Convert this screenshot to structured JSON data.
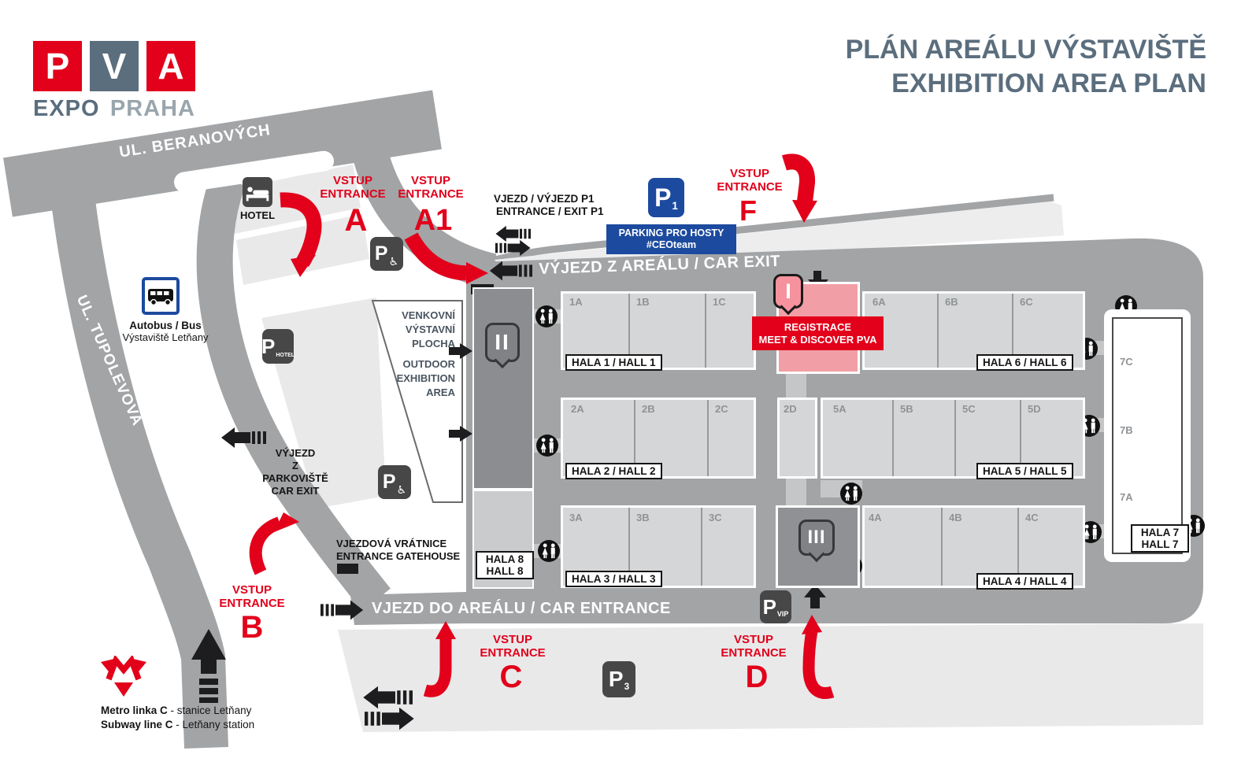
{
  "logo": {
    "letters": [
      "P",
      "V",
      "A"
    ],
    "line2_left": "EXPO",
    "line2_right": "PRAHA"
  },
  "title": {
    "line1": "PLÁN AREÁLU VÝSTAVIŠTĚ",
    "line2": "EXHIBITION AREA PLAN"
  },
  "streets": {
    "beranovych": "UL. BERANOVÝCH",
    "tupolevova": "UL. TUPOLEVOVA"
  },
  "roads": {
    "car_exit_top": "VÝJEZD Z AREÁLU / CAR EXIT",
    "car_entrance_bottom": "VJEZD DO AREÁLU / CAR ENTRANCE",
    "p1_line1": "VJEZD / VÝJEZD P1",
    "p1_line2": "ENTRANCE / EXIT P1",
    "parking_exit_line1": "VÝJEZD",
    "parking_exit_line2": "Z PARKOVIŠTĚ",
    "parking_exit_line3": "CAR EXIT"
  },
  "entrances": {
    "a": {
      "cz": "VSTUP",
      "en": "ENTRANCE",
      "letter": "A"
    },
    "a1": {
      "cz": "VSTUP",
      "en": "ENTRANCE",
      "letter": "A1"
    },
    "b": {
      "cz": "VSTUP",
      "en": "ENTRANCE",
      "letter": "B"
    },
    "c": {
      "cz": "VSTUP",
      "en": "ENTRANCE",
      "letter": "C"
    },
    "d": {
      "cz": "VSTUP",
      "en": "ENTRANCE",
      "letter": "D"
    },
    "f": {
      "cz": "VSTUP",
      "en": "ENTRANCE",
      "letter": "F"
    }
  },
  "parking": {
    "p1": {
      "p": "P",
      "sub": "1"
    },
    "p3": {
      "p": "P",
      "sub": "3"
    },
    "pvip": {
      "p": "P",
      "sub": "VIP"
    },
    "photel": {
      "p": "P",
      "sub": "HOTEL"
    },
    "pdis1": {
      "p": "P",
      "sub": "♿"
    },
    "pdis2": {
      "p": "P",
      "sub": "♿"
    }
  },
  "parking_banner": {
    "line1": "PARKING PRO HOSTY",
    "line2": "#CEOteam"
  },
  "registration": {
    "line1": "REGISTRACE",
    "line2": "MEET & DISCOVER PVA"
  },
  "gates": {
    "i": "I",
    "ii": "II",
    "iii": "III"
  },
  "halls": [
    {
      "name": "HALA 1 / HALL 1",
      "sections": [
        "1A",
        "1B",
        "1C"
      ]
    },
    {
      "name": "HALA 2 / HALL 2",
      "sections": [
        "2A",
        "2B",
        "2C",
        "2D"
      ]
    },
    {
      "name": "HALA 3 / HALL 3",
      "sections": [
        "3A",
        "3B",
        "3C"
      ]
    },
    {
      "name": "HALA 4 / HALL 4",
      "sections": [
        "4A",
        "4B",
        "4C"
      ]
    },
    {
      "name": "HALA 5 / HALL 5",
      "sections": [
        "5A",
        "5B",
        "5C",
        "5D"
      ]
    },
    {
      "name": "HALA 6 / HALL 6",
      "sections": [
        "6A",
        "6B",
        "6C"
      ]
    },
    {
      "name_line1": "HALA 7",
      "name_line2": "HALL 7",
      "sections": [
        "7C",
        "7B",
        "7A"
      ]
    },
    {
      "name_line1": "HALA 8",
      "name_line2": "HALL 8"
    }
  ],
  "outdoor_area": {
    "line1": "VENKOVNÍ",
    "line2": "VÝSTAVNÍ",
    "line3": "PLOCHA",
    "line4": "OUTDOOR",
    "line5": "EXHIBITION",
    "line6": "AREA"
  },
  "gatehouse": {
    "line1": "VJEZDOVÁ VRÁTNICE",
    "line2": "ENTRANCE GATEHOUSE"
  },
  "transit": {
    "hotel": "HOTEL",
    "bus_line1": "Autobus / Bus",
    "bus_line2": "Výstaviště Letňany",
    "metro1_bold": "Metro linka C",
    "metro1_rest": " - stanice Letňany",
    "metro2_bold": "Subway line C",
    "metro2_rest": " - Letňany station"
  },
  "colors": {
    "red": "#E2001A",
    "slate": "#5B6E7E",
    "road_gray": "#A2A4A6",
    "hall_gray": "#D5D6D7",
    "pink": "#F29EA6",
    "blue": "#1C4A9E",
    "sign_dark": "#474747",
    "light_lot": "#E9E9EA"
  }
}
